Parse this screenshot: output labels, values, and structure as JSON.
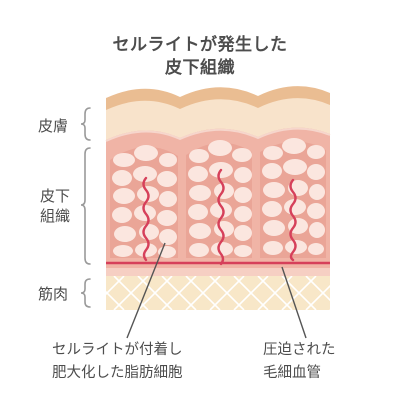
{
  "title": {
    "line1": "セルライトが発生した",
    "line2": "皮下組織"
  },
  "layers": {
    "skin": "皮膚",
    "subcutaneous_line1": "皮下",
    "subcutaneous_line2": "組織",
    "muscle": "筋肉"
  },
  "callouts": {
    "fat_cells_line1": "セルライトが付着し",
    "fat_cells_line2": "肥大化した脂肪細胞",
    "vessels_line1": "圧迫された",
    "vessels_line2": "毛細血管"
  },
  "colors": {
    "skin_surface": "#eabd92",
    "skin_layer": "#f8e3cb",
    "tissue_bg": "#f0b4a6",
    "fat_cell": "#fbe6df",
    "vessel": "#d6405a",
    "muscle_bg": "#f8e7c8",
    "muscle_line": "#ffffff",
    "bracket": "#9a9a9a",
    "text": "#4d4d4d"
  }
}
